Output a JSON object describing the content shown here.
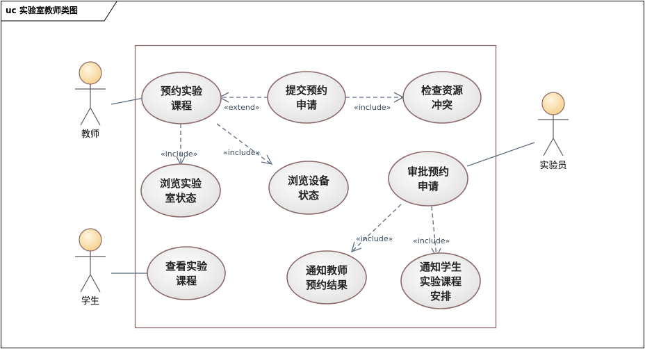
{
  "frame": {
    "title": "uc 实验室教师类图"
  },
  "actors": {
    "teacher": "教师",
    "student": "学生",
    "lab_staff": "实验员"
  },
  "usecases": {
    "reserve_course": [
      "预约实验",
      "课程"
    ],
    "submit_request": [
      "提交预约",
      "申请"
    ],
    "check_conflict": [
      "检查资源",
      "冲突"
    ],
    "browse_lab": [
      "浏览实验",
      "室状态"
    ],
    "browse_equipment": [
      "浏览设备",
      "状态"
    ],
    "approve_request": [
      "审批预约",
      "申请"
    ],
    "view_course": [
      "查看实验",
      "课程"
    ],
    "notify_teacher": [
      "通知教师",
      "预约结果"
    ],
    "notify_student": [
      "通知学生",
      "实验课程",
      "安排"
    ]
  },
  "relations": {
    "extend_label": "«extend»",
    "include_label": "«include»"
  },
  "colors": {
    "usecase_fill_center": "#ffffff",
    "usecase_fill_edge": "#e4e4e4",
    "usecase_stroke": "#8a6a6a",
    "actor_head": "#fde2b0",
    "line": "#5b6b80"
  }
}
